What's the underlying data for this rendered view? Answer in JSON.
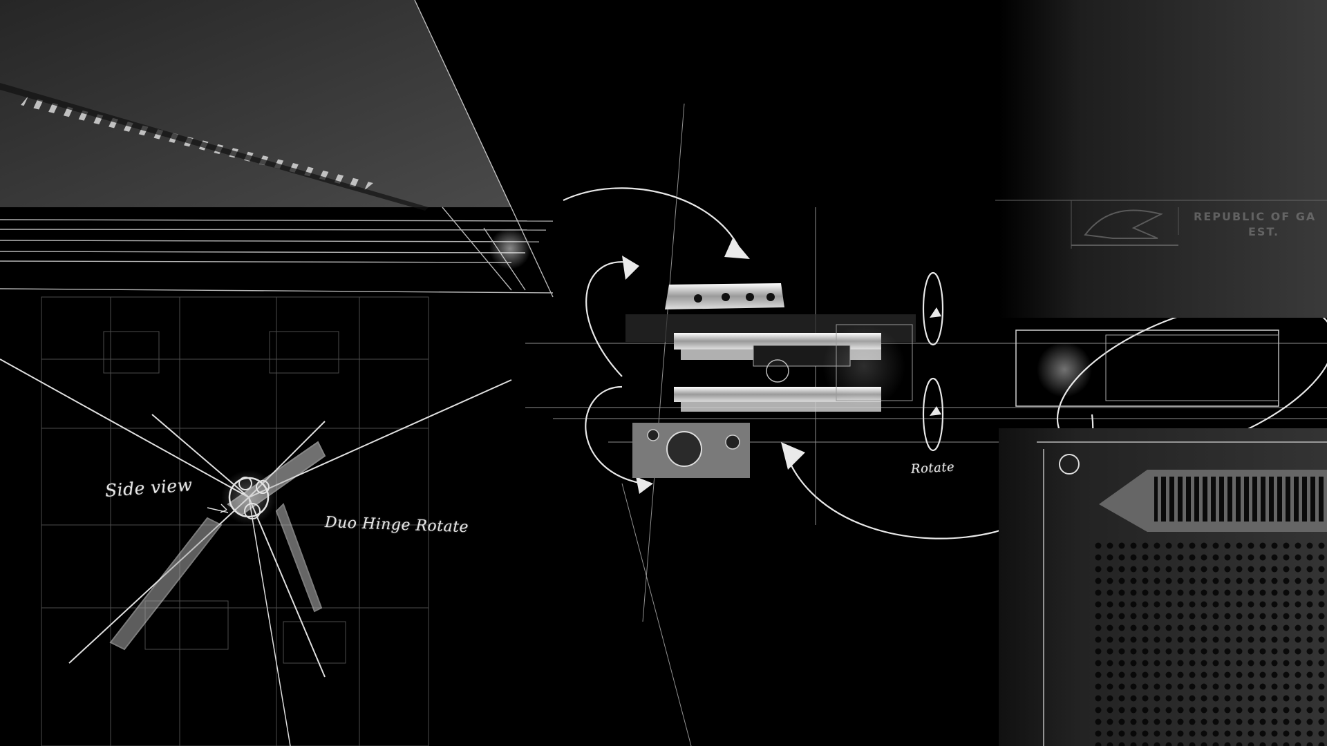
{
  "labels": {
    "side_view": "Side view",
    "duo_hinge": "Duo Hinge Rotate",
    "rotate": "Rotate"
  },
  "branding": {
    "line1": "REPUBLIC OF GA",
    "line2": "EST."
  },
  "colors": {
    "background": "#000000",
    "sketch_line": "#d8d8d8",
    "metal_highlight": "#f2f2f2"
  }
}
